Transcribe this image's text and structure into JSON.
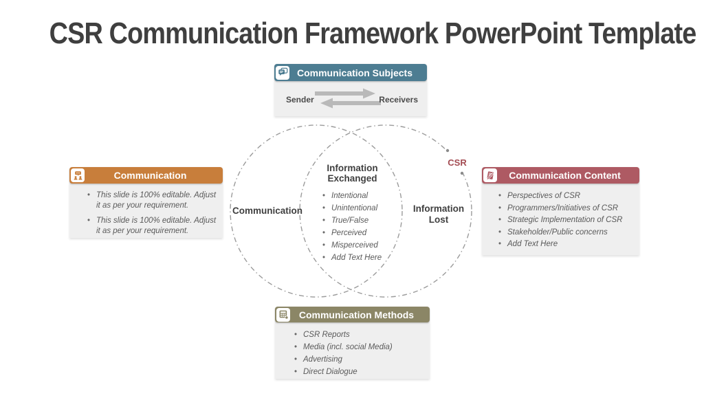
{
  "title": "CSR Communication Framework PowerPoint Template",
  "colors": {
    "title_text": "#3f3f3f",
    "subjects_header": "#4d7d92",
    "communication_header": "#c87e3b",
    "content_header": "#ae5a63",
    "methods_header": "#8b8666",
    "card_body_bg": "#efefef",
    "circle_stroke": "#9b9b9b",
    "csr_text": "#a34b52",
    "arrow_gray": "#b9b9b9"
  },
  "cards": {
    "subjects": {
      "title": "Communication Subjects",
      "sender_label": "Sender",
      "receivers_label": "Receivers",
      "icon": "chat-bubbles-icon"
    },
    "communication": {
      "title": "Communication",
      "icon": "people-conversation-icon",
      "bullets": [
        "This slide is 100% editable. Adjust it as per your requirement.",
        "This slide is 100% editable. Adjust it as per your requirement."
      ]
    },
    "content": {
      "title": "Communication Content",
      "icon": "document-pen-icon",
      "bullets": [
        "Perspectives of CSR",
        "Programmers/Initiatives of CSR",
        "Strategic Implementation of CSR",
        "Stakeholder/Public concerns",
        "Add Text Here"
      ]
    },
    "methods": {
      "title": "Communication Methods",
      "icon": "calculator-grid-icon",
      "bullets": [
        "CSR Reports",
        "Media (incl. social Media)",
        "Advertising",
        "Direct Dialogue"
      ]
    }
  },
  "venn": {
    "left_circle_label": "Communication",
    "overlap_title": "Information Exchanged",
    "overlap_bullets": [
      "Intentional",
      "Unintentional",
      "True/False",
      "Perceived",
      "Misperceived",
      "Add Text Here"
    ],
    "right_circle_label": "Information Lost",
    "csr_label": "CSR"
  }
}
